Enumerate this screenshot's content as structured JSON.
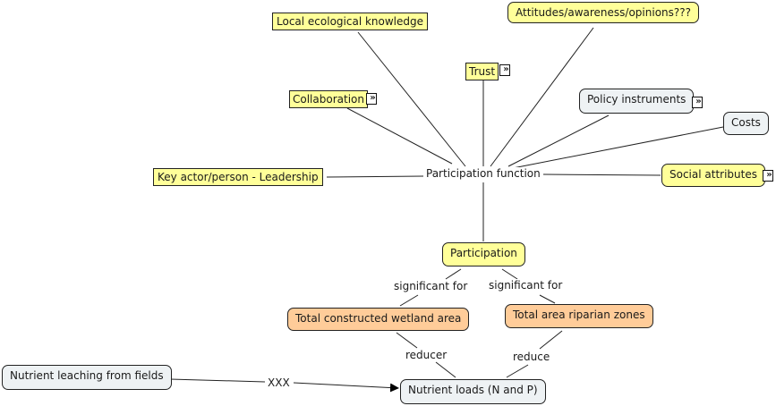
{
  "concepts": {
    "local_ecological_knowledge": "Local ecological knowledge",
    "attitudes": "Attitudes/awareness/opinions???",
    "trust": "Trust",
    "collaboration": "Collaboration",
    "policy_instruments": "Policy instruments",
    "costs": "Costs",
    "key_actor": "Key actor/person - Leadership",
    "social_attributes": "Social attributes",
    "participation": "Participation",
    "wetland_area": "Total constructed wetland area",
    "riparian_zones": "Total area riparian zones",
    "nutrient_leaching": "Nutrient leaching from fields",
    "nutrient_loads": "Nutrient loads (N and P)"
  },
  "linking_phrases": {
    "participation_function": "Participation function",
    "significant_for_left": "significant for",
    "significant_for_right": "significant for",
    "reducer": "reducer",
    "reduce": "reduce",
    "xxx": "XXX"
  },
  "expand_icon_glyph": "»",
  "colors": {
    "yellow": "#ffff99",
    "orange": "#ffcc99",
    "gray_blue": "#eef2f4"
  }
}
